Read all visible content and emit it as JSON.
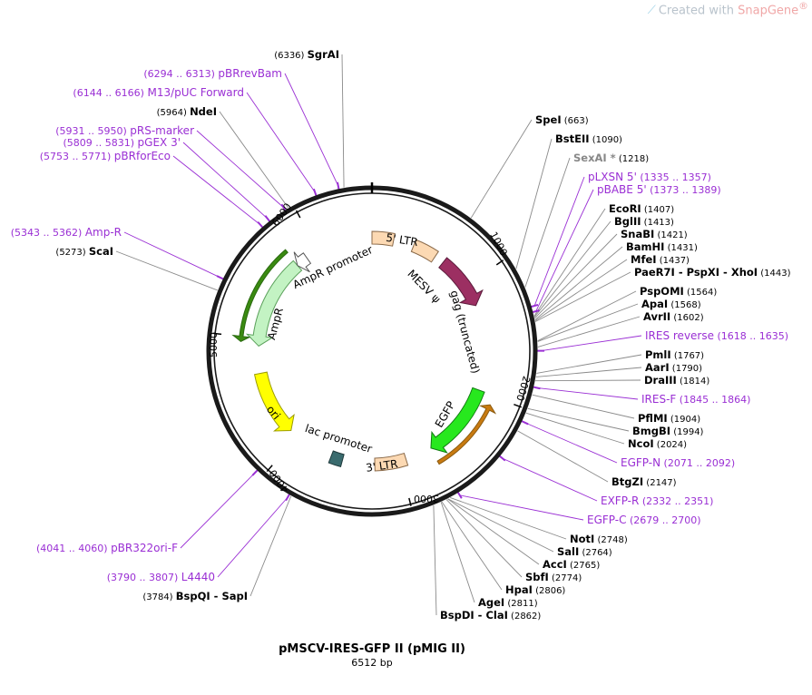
{
  "watermark": {
    "prefix": "Created with",
    "brand": "SnapGene",
    "registered": "®",
    "icon": "snapgene-logo-icon"
  },
  "plasmid": {
    "name": "pMSCV-IRES-GFP II (pMIG II)",
    "length_text": "6512 bp",
    "length": 6512
  },
  "scale_ticks": [
    "1000",
    "2000",
    "3000",
    "4000",
    "5000",
    "6000"
  ],
  "colors": {
    "backbone": "#000000",
    "enzyme": "#000000",
    "primer": "#9a2fd4",
    "ltr": "#fcd9b3",
    "gag": "#9c2f62",
    "egfp": "#27e81e",
    "ori": "#ffff00",
    "ampr": "#c3f3c3",
    "ampr_promoter": "#ffffff",
    "lac_promoter": "#3a6b6e",
    "dim_enzyme": "#888888"
  },
  "features": [
    {
      "id": "ltr5",
      "label": "5' LTR"
    },
    {
      "id": "mesv",
      "label": "MESV ψ"
    },
    {
      "id": "gag",
      "label": "gag (truncated)"
    },
    {
      "id": "egfp",
      "label": "EGFP"
    },
    {
      "id": "ltr3",
      "label": "3' LTR"
    },
    {
      "id": "lac",
      "label": "lac promoter"
    },
    {
      "id": "ori",
      "label": "ori"
    },
    {
      "id": "ampr",
      "label": "AmpR"
    },
    {
      "id": "amprpromoter",
      "label": "AmpR promoter"
    }
  ],
  "labels": [
    {
      "name": "SgrAI",
      "pos": "(6336)",
      "kind": "enzyme"
    },
    {
      "name": "pBRrevBam",
      "pos": "(6294 .. 6313)",
      "kind": "primer"
    },
    {
      "name": "M13/pUC Forward",
      "pos": "(6144 .. 6166)",
      "kind": "primer"
    },
    {
      "name": "NdeI",
      "pos": "(5964)",
      "kind": "enzyme"
    },
    {
      "name": "pRS-marker",
      "pos": "(5931 .. 5950)",
      "kind": "primer"
    },
    {
      "name": "pGEX 3'",
      "pos": "(5809 .. 5831)",
      "kind": "primer"
    },
    {
      "name": "pBRforEco",
      "pos": "(5753 .. 5771)",
      "kind": "primer"
    },
    {
      "name": "Amp-R",
      "pos": "(5343 .. 5362)",
      "kind": "primer"
    },
    {
      "name": "ScaI",
      "pos": "(5273)",
      "kind": "enzyme"
    },
    {
      "name": "SpeI",
      "pos": "(663)",
      "kind": "enzyme"
    },
    {
      "name": "BstEII",
      "pos": "(1090)",
      "kind": "enzyme"
    },
    {
      "name": "SexAI *",
      "pos": "(1218)",
      "kind": "dim"
    },
    {
      "name": "pLXSN 5'",
      "pos": "(1335 .. 1357)",
      "kind": "primer"
    },
    {
      "name": "pBABE 5'",
      "pos": "(1373 .. 1389)",
      "kind": "primer"
    },
    {
      "name": "EcoRI",
      "pos": "(1407)",
      "kind": "enzyme"
    },
    {
      "name": "BglII",
      "pos": "(1413)",
      "kind": "enzyme"
    },
    {
      "name": "SnaBI",
      "pos": "(1421)",
      "kind": "enzyme"
    },
    {
      "name": "BamHI",
      "pos": "(1431)",
      "kind": "enzyme"
    },
    {
      "name": "MfeI",
      "pos": "(1437)",
      "kind": "enzyme"
    },
    {
      "name": "PaeR7I - PspXI - XhoI",
      "pos": "(1443)",
      "kind": "enzyme"
    },
    {
      "name": "PspOMI",
      "pos": "(1564)",
      "kind": "enzyme"
    },
    {
      "name": "ApaI",
      "pos": "(1568)",
      "kind": "enzyme"
    },
    {
      "name": "AvrII",
      "pos": "(1602)",
      "kind": "enzyme"
    },
    {
      "name": "IRES reverse",
      "pos": "(1618 .. 1635)",
      "kind": "primer"
    },
    {
      "name": "PmlI",
      "pos": "(1767)",
      "kind": "enzyme"
    },
    {
      "name": "AarI",
      "pos": "(1790)",
      "kind": "enzyme"
    },
    {
      "name": "DraIII",
      "pos": "(1814)",
      "kind": "enzyme"
    },
    {
      "name": "IRES-F",
      "pos": "(1845 .. 1864)",
      "kind": "primer"
    },
    {
      "name": "PflMI",
      "pos": "(1904)",
      "kind": "enzyme"
    },
    {
      "name": "BmgBI",
      "pos": "(1994)",
      "kind": "enzyme"
    },
    {
      "name": "NcoI",
      "pos": "(2024)",
      "kind": "enzyme"
    },
    {
      "name": "EGFP-N",
      "pos": "(2071 .. 2092)",
      "kind": "primer"
    },
    {
      "name": "BtgZI",
      "pos": "(2147)",
      "kind": "enzyme"
    },
    {
      "name": "EXFP-R",
      "pos": "(2332 .. 2351)",
      "kind": "primer"
    },
    {
      "name": "EGFP-C",
      "pos": "(2679 .. 2700)",
      "kind": "primer"
    },
    {
      "name": "NotI",
      "pos": "(2748)",
      "kind": "enzyme"
    },
    {
      "name": "SalI",
      "pos": "(2764)",
      "kind": "enzyme"
    },
    {
      "name": "AccI",
      "pos": "(2765)",
      "kind": "enzyme"
    },
    {
      "name": "SbfI",
      "pos": "(2774)",
      "kind": "enzyme"
    },
    {
      "name": "HpaI",
      "pos": "(2806)",
      "kind": "enzyme"
    },
    {
      "name": "AgeI",
      "pos": "(2811)",
      "kind": "enzyme"
    },
    {
      "name": "BspDI - ClaI",
      "pos": "(2862)",
      "kind": "enzyme"
    },
    {
      "name": "pBR322ori-F",
      "pos": "(4041 .. 4060)",
      "kind": "primer"
    },
    {
      "name": "L4440",
      "pos": "(3790 .. 3807)",
      "kind": "primer"
    },
    {
      "name": "BspQI - SapI",
      "pos": "(3784)",
      "kind": "enzyme"
    }
  ]
}
